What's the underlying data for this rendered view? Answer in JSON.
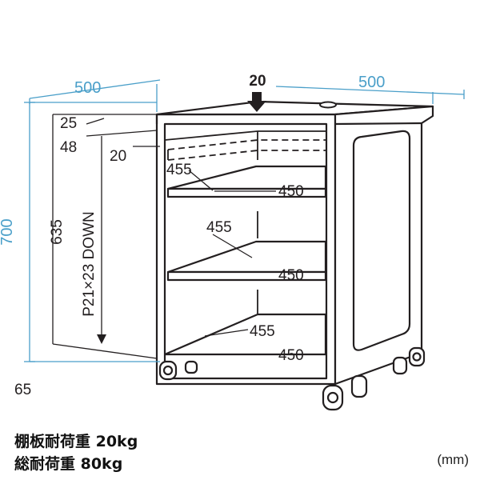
{
  "dimensions": {
    "width_left": "500",
    "width_right": "500",
    "height_total": "700",
    "height_inner": "635",
    "caster_height": "65",
    "top_thickness": "25",
    "top_offset": "48",
    "top_inset": "20",
    "cable_hole": "20",
    "shelf_depth_1": "455",
    "shelf_width_1": "450",
    "shelf_depth_2": "455",
    "shelf_width_2": "450",
    "shelf_depth_3": "455",
    "shelf_width_3": "450",
    "pitch_label": "P21×23 DOWN"
  },
  "specs": {
    "shelf_load": "棚板耐荷重 20kg",
    "total_load": "総耐荷重 80kg"
  },
  "unit": "(mm)",
  "colors": {
    "outline": "#231f20",
    "dimension_blue": "#4a9fc9"
  }
}
